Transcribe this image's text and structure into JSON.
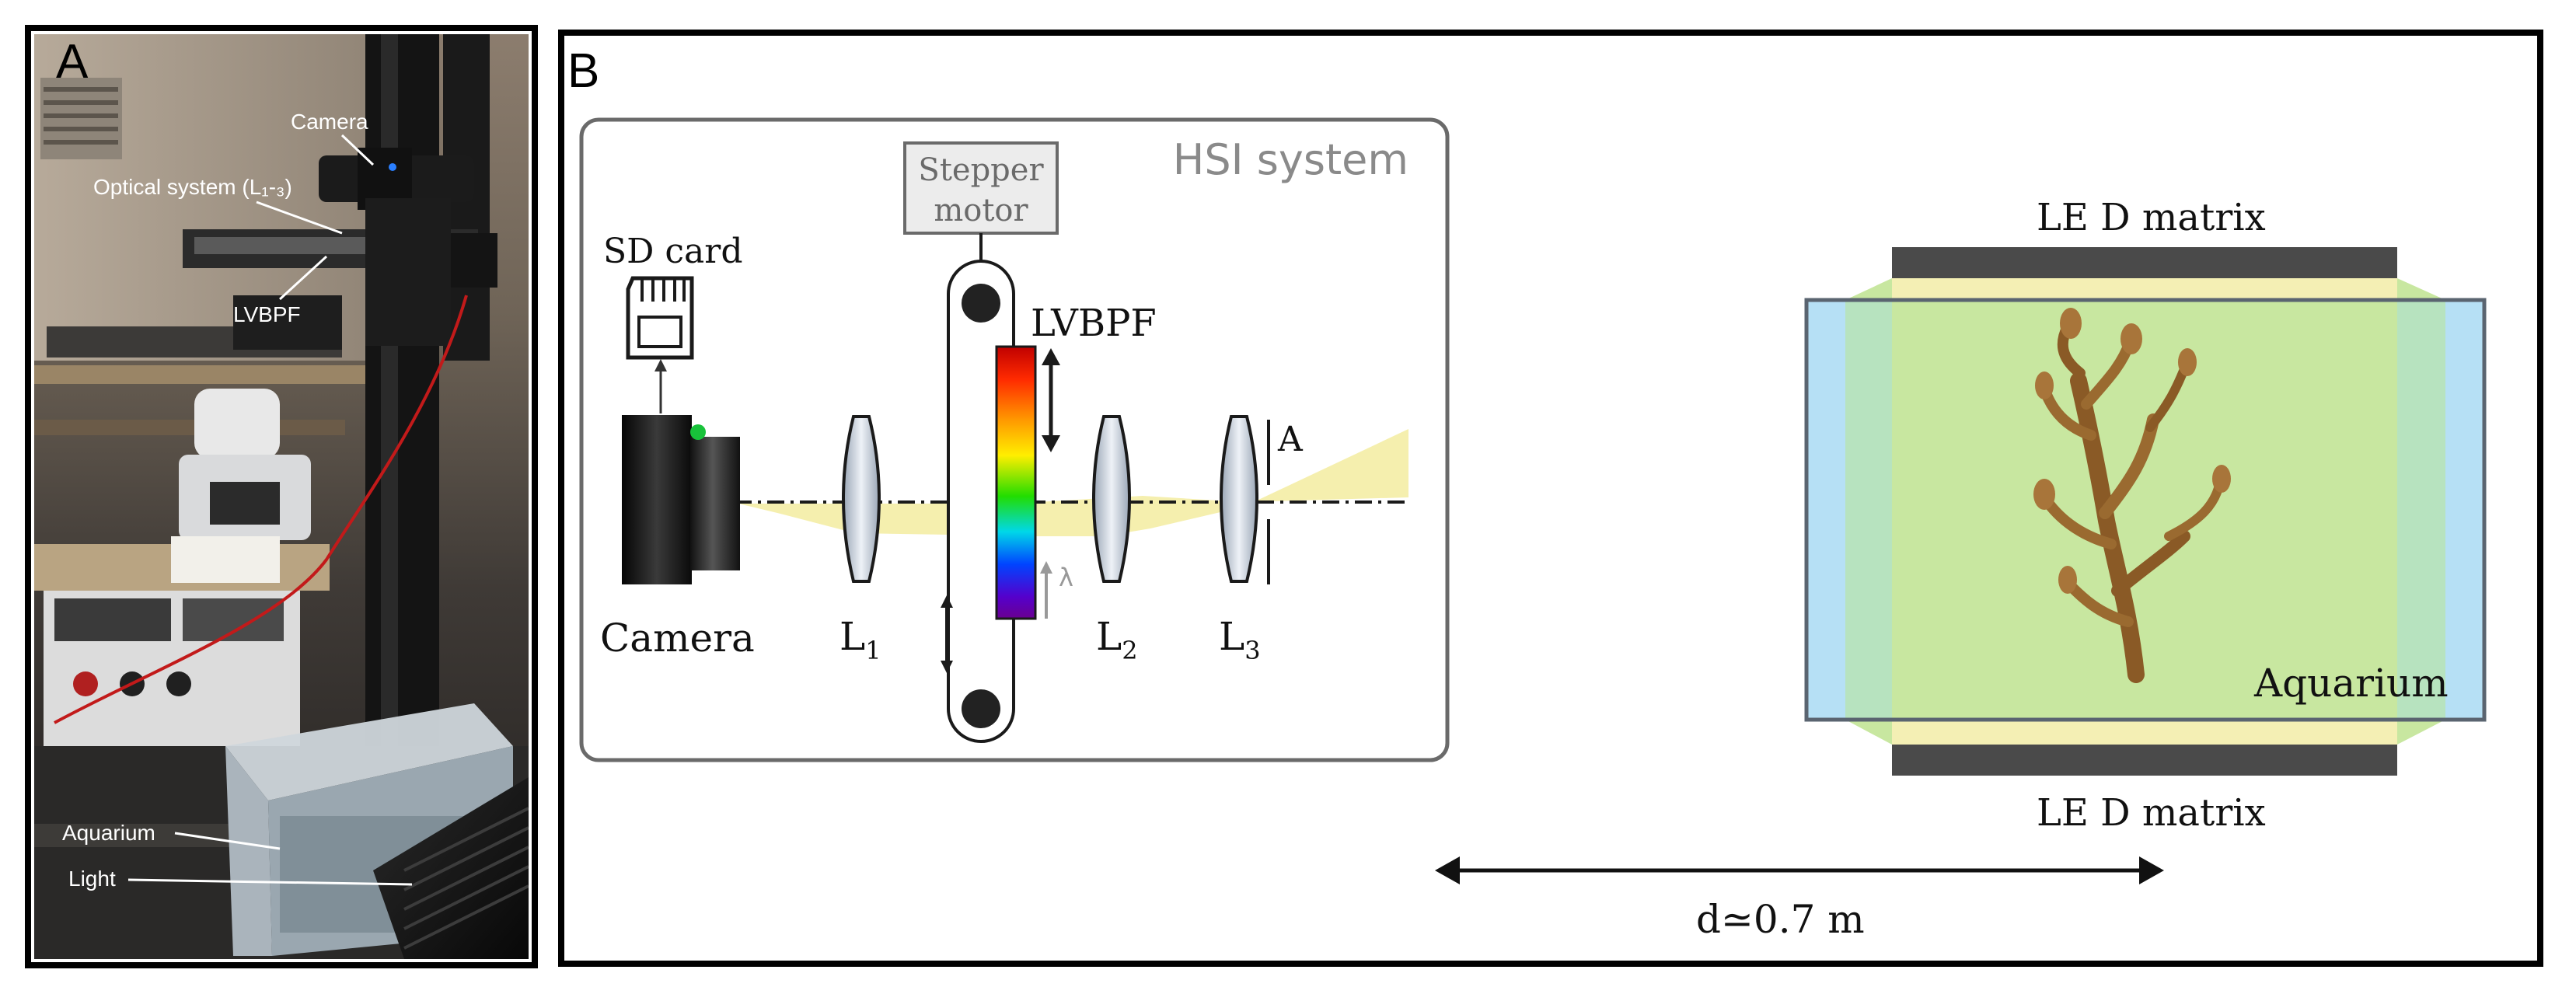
{
  "panel_a": {
    "letter": "A",
    "camera": "Camera",
    "optical_system": "Optical system (L₁-₃)",
    "lvbpf": "LVBPF",
    "aquarium": "Aquarium",
    "light": "Light"
  },
  "panel_b": {
    "letter": "B",
    "hsi_title": "HSI system",
    "stepper_motor_line1": "Stepper",
    "stepper_motor_line2": "motor",
    "sd_card": "SD card",
    "lvbpf": "LVBPF",
    "camera": "Camera",
    "lens1": "L",
    "lens1_sub": "1",
    "lens2": "L",
    "lens2_sub": "2",
    "lens3": "L",
    "lens3_sub": "3",
    "aperture": "A",
    "lambda": "λ",
    "led_top": "LE D matrix",
    "led_bottom": "LE D matrix",
    "aquarium": "Aquarium",
    "distance": "d≃0.7 m"
  }
}
